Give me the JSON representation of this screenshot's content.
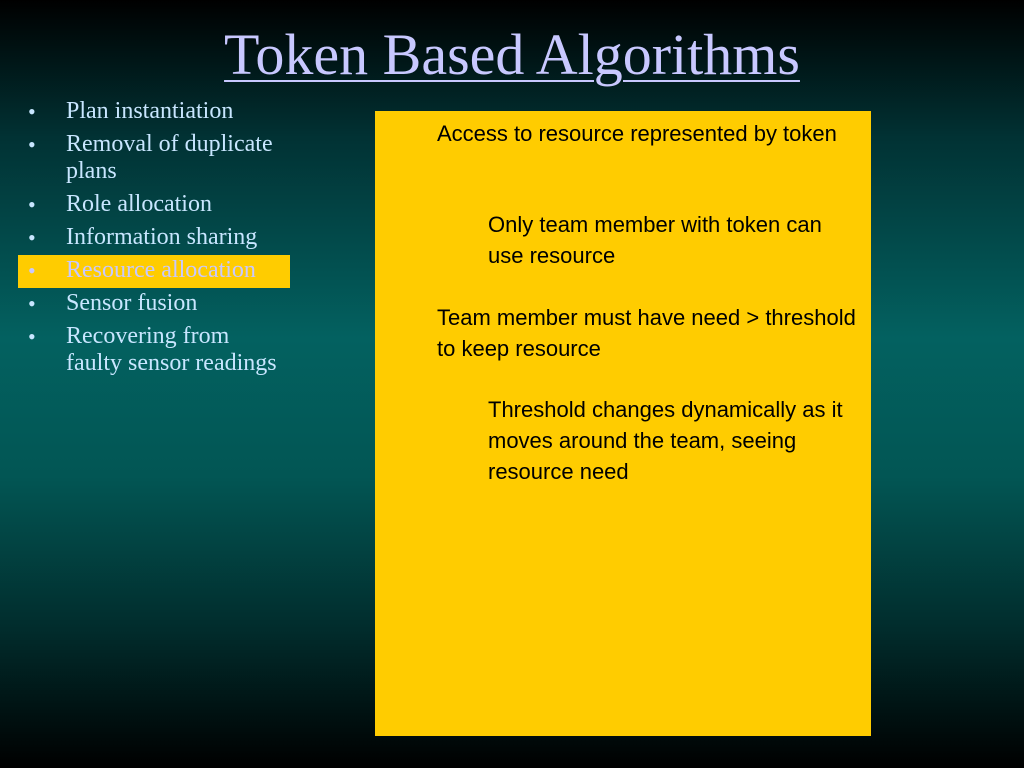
{
  "slide": {
    "title": "Token Based Algorithms",
    "bullets": [
      {
        "label": "Plan instantiation",
        "highlighted": false
      },
      {
        "label": "Removal of duplicate plans",
        "highlighted": false
      },
      {
        "label": "Role allocation",
        "highlighted": false
      },
      {
        "label": "Information sharing",
        "highlighted": false
      },
      {
        "label": "Resource allocation",
        "highlighted": true
      },
      {
        "label": "Sensor fusion",
        "highlighted": false
      },
      {
        "label": "Recovering from faulty sensor readings",
        "highlighted": false
      }
    ],
    "bullet_glyph": "•",
    "panel": {
      "p1": "Access to resource represented by token",
      "p2": "Only team member with token can use resource",
      "p3": "Team member must have need > threshold to keep resource",
      "p4": "Threshold changes dynamically as it moves around the team, seeing resource need"
    }
  },
  "colors": {
    "title": "#c8c8ff",
    "bullet_text": "#c8e6ff",
    "highlight_bg": "#ffcc00",
    "panel_bg": "#ffcc00"
  }
}
